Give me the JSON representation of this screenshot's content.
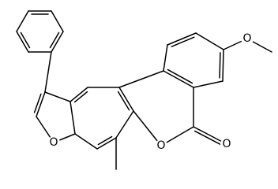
{
  "structure": {
    "atoms": [
      {
        "id": "o_furan",
        "symbol": "O"
      },
      {
        "id": "o_lactone",
        "symbol": "O"
      },
      {
        "id": "o_carbonyl",
        "symbol": "O"
      },
      {
        "id": "o_methoxy",
        "symbol": "O"
      }
    ]
  }
}
